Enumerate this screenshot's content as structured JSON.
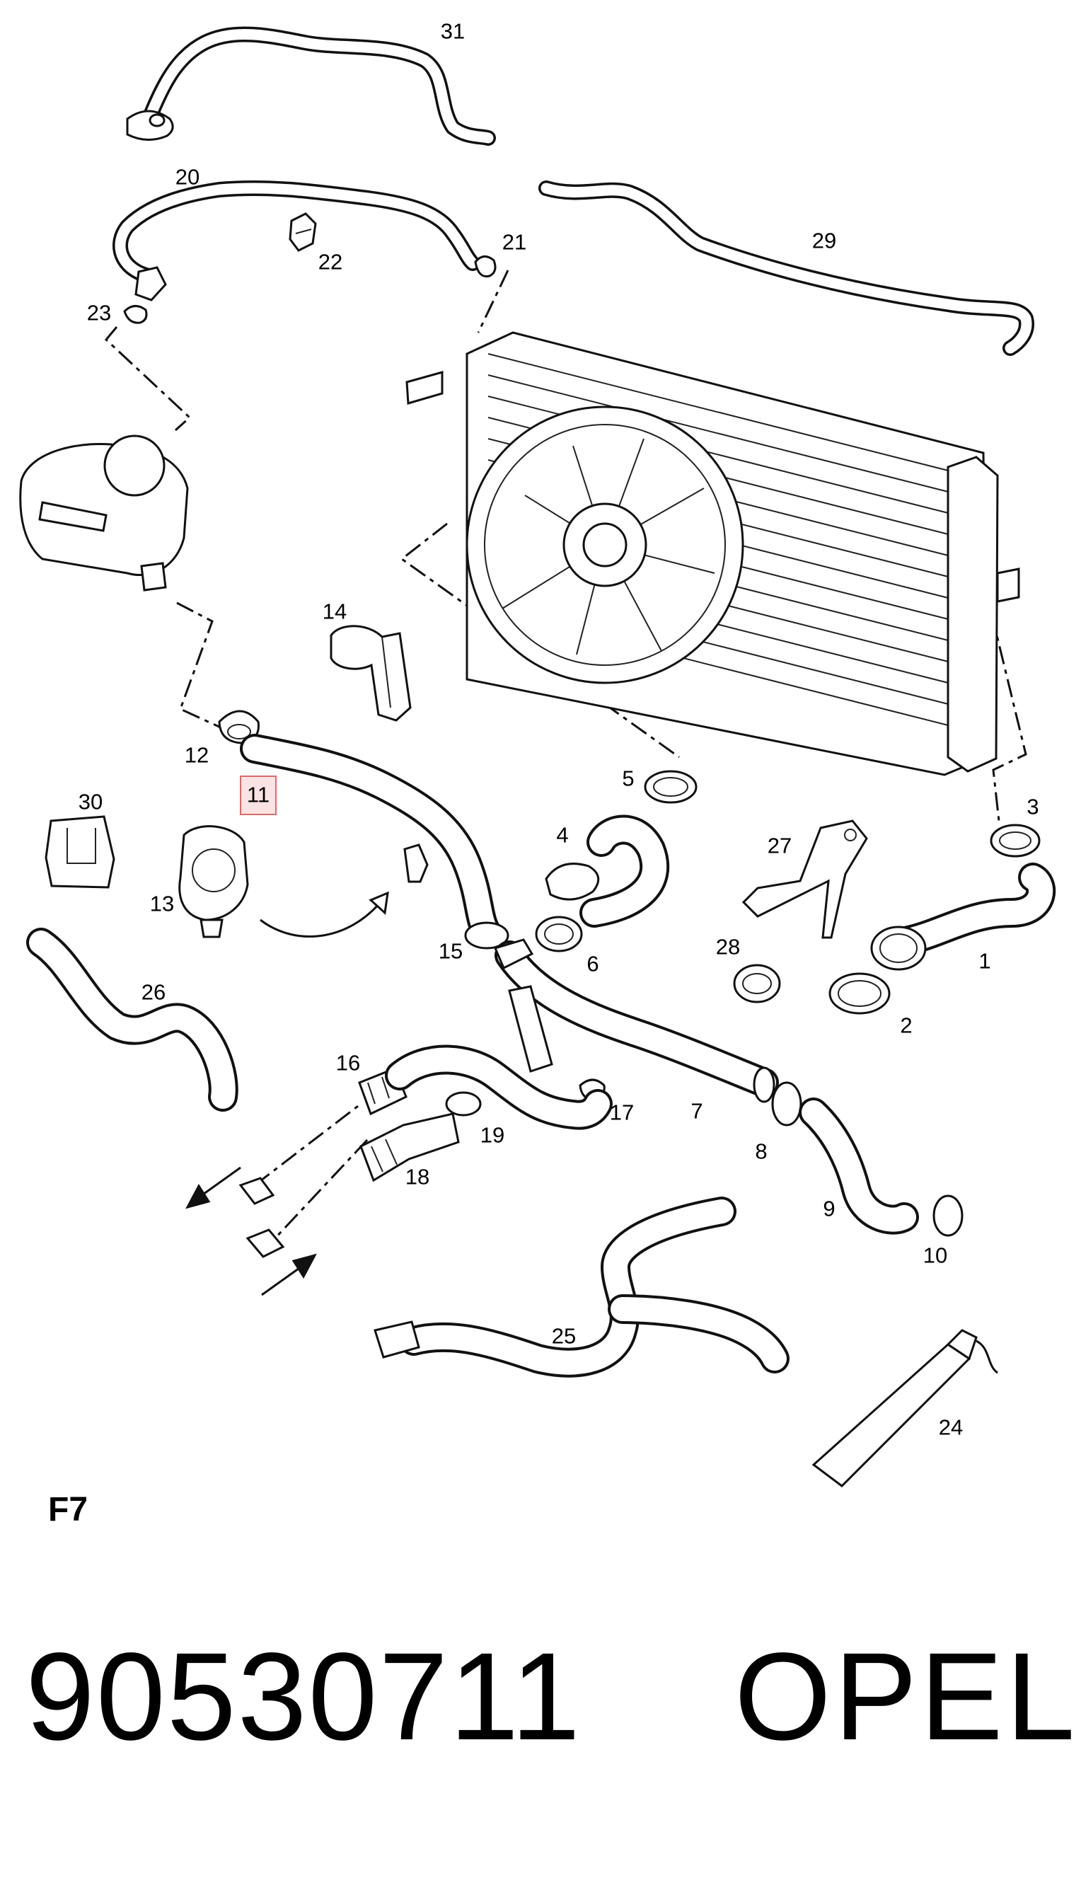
{
  "diagram": {
    "sheet_code": "F7",
    "part_number": "90530711",
    "brand": "OPEL",
    "highlighted_callout": "11",
    "callouts": [
      "1",
      "2",
      "3",
      "4",
      "5",
      "6",
      "7",
      "8",
      "9",
      "10",
      "11",
      "12",
      "13",
      "14",
      "15",
      "16",
      "17",
      "18",
      "19",
      "20",
      "21",
      "22",
      "23",
      "24",
      "25",
      "26",
      "27",
      "28",
      "29",
      "30",
      "31"
    ]
  }
}
